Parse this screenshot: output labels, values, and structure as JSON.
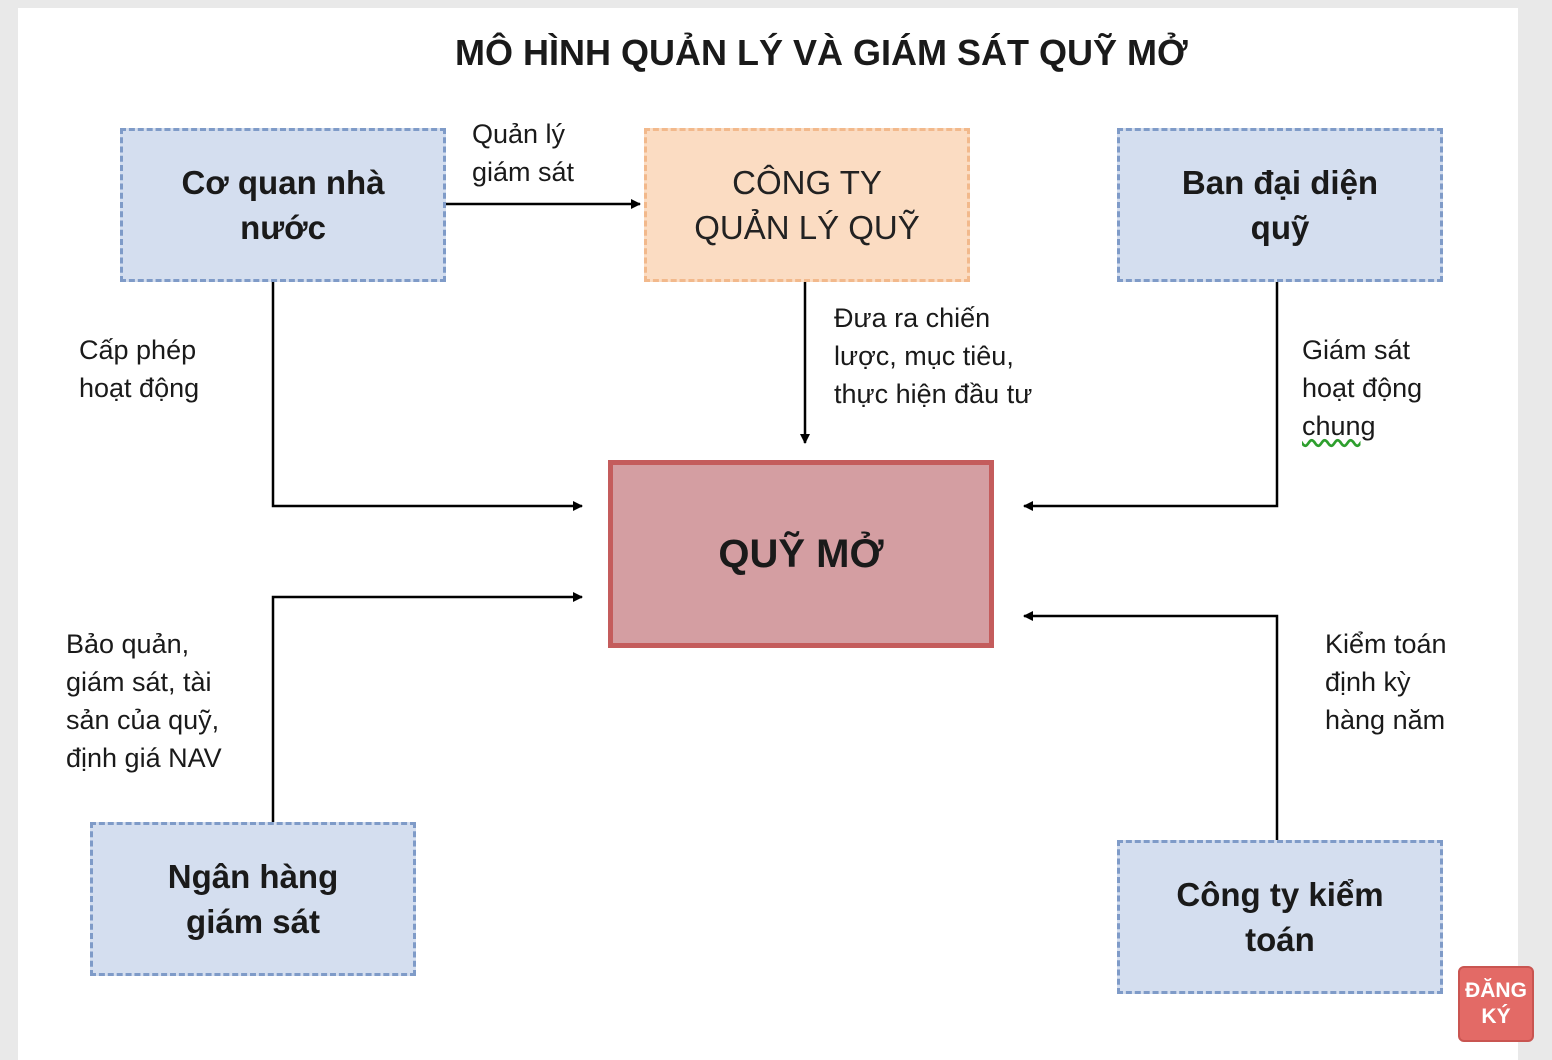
{
  "title": "MÔ HÌNH QUẢN LÝ VÀ GIÁM SÁT QUỸ MỞ",
  "nodes": {
    "state": [
      "Cơ quan nhà",
      "nước"
    ],
    "company": [
      "CÔNG TY",
      "QUẢN LÝ QUỸ"
    ],
    "board": [
      "Ban đại diện",
      "quỹ"
    ],
    "fund": "QUỸ MỞ",
    "bank": [
      "Ngân hàng",
      "giám sát"
    ],
    "audit": [
      "Công ty kiểm",
      "toán"
    ]
  },
  "edges": {
    "state_company": [
      "Quản lý",
      "giám sát"
    ],
    "company_fund": [
      "Đưa ra chiến",
      "lược, mục tiêu,",
      "thực hiện đầu tư"
    ],
    "state_fund": [
      "Cấp phép",
      "hoạt động"
    ],
    "board_fund": [
      "Giám sát",
      "hoạt động",
      "chung"
    ],
    "bank_fund": [
      "Bảo quản,",
      "giám sát, tài",
      "sản của quỹ,",
      "định giá NAV"
    ],
    "audit_fund": [
      "Kiểm toán",
      "định kỳ",
      "hàng năm"
    ]
  },
  "button": [
    "ĐĂNG",
    "KÝ"
  ],
  "colors": {
    "node_fill": "#d4deef",
    "node_border": "#7f9bc8",
    "company_fill": "#fbdcc2",
    "fund_fill": "#d49ea2",
    "fund_border": "#c45c5c",
    "button": "#e36a66"
  }
}
